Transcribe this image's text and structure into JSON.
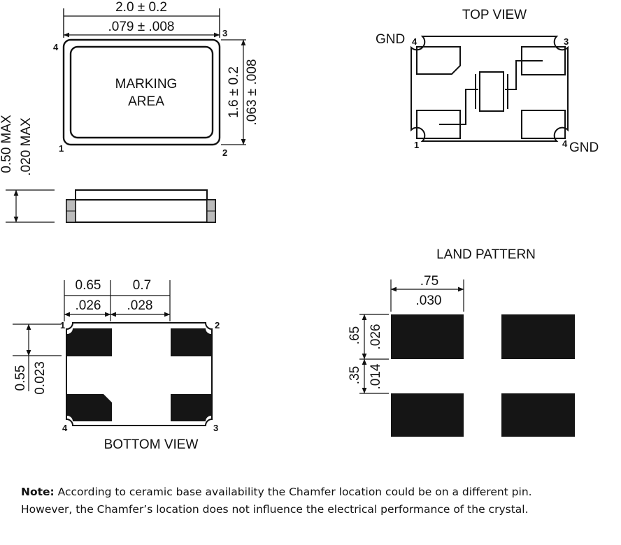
{
  "top_left_view": {
    "width_mm": "2.0 ± 0.2",
    "width_in": ".079 ± .008",
    "height_mm": "1.6 ± 0.2",
    "height_in": ".063 ± .008",
    "marking_line1": "MARKING",
    "marking_line2": "AREA",
    "pin1": "1",
    "pin2": "2",
    "pin3": "3",
    "pin4": "4"
  },
  "side_view": {
    "height_mm": "0.50 MAX",
    "height_in": ".020 MAX"
  },
  "top_view": {
    "title": "TOP VIEW",
    "gnd_left": "GND",
    "gnd_right": "GND",
    "pin1": "1",
    "pin3": "3",
    "pin4_top": "4",
    "pin4_bottom": "4"
  },
  "bottom_view": {
    "title": "BOTTOM VIEW",
    "dim1_mm": "0.65",
    "dim1_in": ".026",
    "dim2_mm": "0.7",
    "dim2_in": ".028",
    "dim3_mm": "0.55",
    "dim3_in": "0.023",
    "pin1": "1",
    "pin2": "2",
    "pin3": "3",
    "pin4": "4"
  },
  "land_pattern": {
    "title": "LAND PATTERN",
    "width_mm": ".75",
    "width_in": ".030",
    "pad_h_mm": ".65",
    "pad_h_in": ".026",
    "gap_mm": ".35",
    "gap_in": ".014"
  },
  "note": {
    "label": "Note:",
    "line1": " According to ceramic base availability the Chamfer location could be on a different pin.",
    "line2": "However, the Chamfer’s location does not influence the electrical performance of the crystal."
  }
}
